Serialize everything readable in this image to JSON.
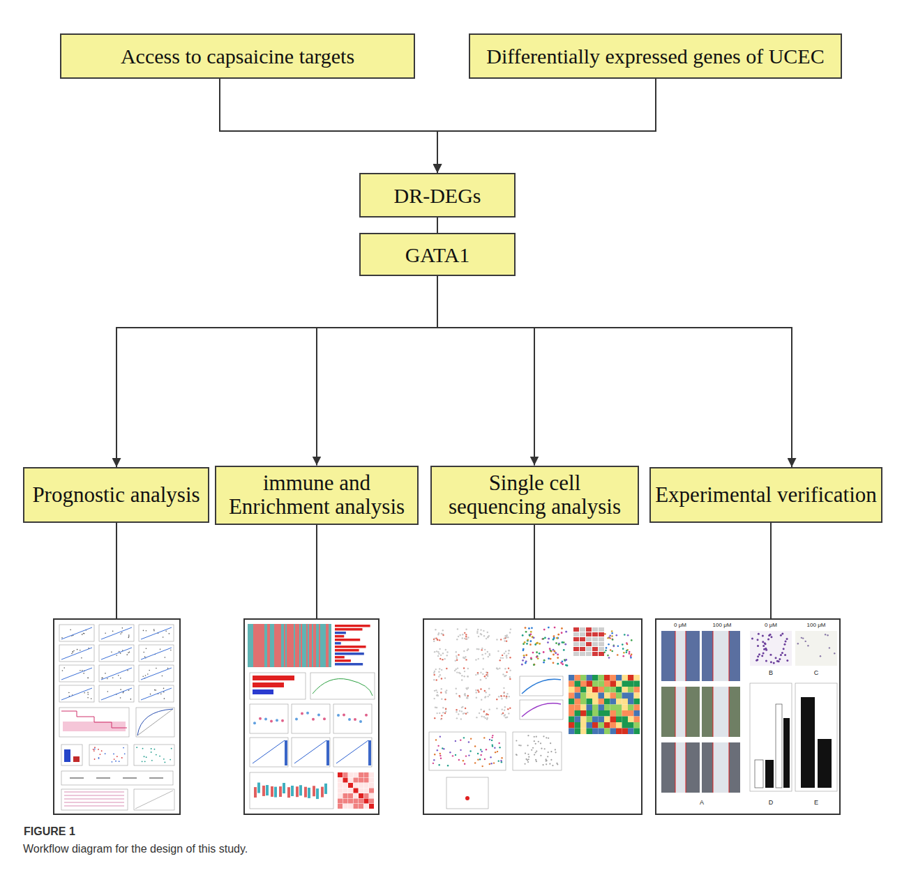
{
  "diagram": {
    "caption": "Workflow diagram for the design of this study.",
    "nodes": [
      {
        "text": [
          "Access to capsaicine targets"
        ]
      },
      {
        "text": [
          "Differentially expressed genes of UCEC"
        ]
      },
      {
        "text": [
          "DR-DEGs"
        ]
      },
      {
        "text": [
          "GATA1"
        ]
      },
      {
        "text": [
          "Prognostic analysis"
        ]
      },
      {
        "text": [
          "immune and Enrichment analysis"
        ]
      },
      {
        "text": [
          "Single cell sequencing analysis"
        ]
      },
      {
        "text": [
          "Experimental verification"
        ]
      }
    ],
    "edges": [
      {
        "from": 0,
        "to": 2,
        "arrow": "to"
      },
      {
        "from": 1,
        "to": 2,
        "arrow": "to"
      },
      {
        "from": 2,
        "to": 3,
        "arrow": "none"
      },
      {
        "from": 3,
        "to": 4,
        "arrow": "to"
      },
      {
        "from": 3,
        "to": 5,
        "arrow": "to"
      },
      {
        "from": 3,
        "to": 6,
        "arrow": "to"
      },
      {
        "from": 3,
        "to": 7,
        "arrow": "to"
      }
    ],
    "labels": [
      "0 μM",
      "100 μM",
      "0 μM",
      "100 μM",
      "B",
      "C",
      "A",
      "D",
      "E",
      "FIGURE 1"
    ]
  }
}
